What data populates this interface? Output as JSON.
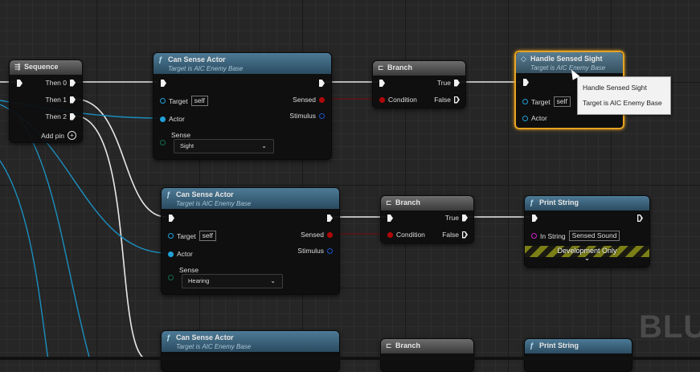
{
  "graph": {
    "watermark": "BLU",
    "colors": {
      "exec": "#f2f2f2",
      "object": "#1fa0d8",
      "bool": "#b00808",
      "string": "#d11fd0",
      "struct": "#1c54c8",
      "byte": "#146b4c",
      "selection": "#e8a321"
    }
  },
  "sequence": {
    "title": "Sequence",
    "icon": "sequence-icon",
    "outputs": [
      "Then 0",
      "Then 1",
      "Then 2"
    ],
    "add_pin": "Add pin"
  },
  "sense_nodes": [
    {
      "title": "Can Sense Actor",
      "subtitle": "Target is AIC Enemy Base",
      "target_label": "Target",
      "target_value": "self",
      "actor_label": "Actor",
      "sense_label": "Sense",
      "sense_value": "Sight",
      "sensed_label": "Sensed",
      "stimulus_label": "Stimulus"
    },
    {
      "title": "Can Sense Actor",
      "subtitle": "Target is AIC Enemy Base",
      "target_label": "Target",
      "target_value": "self",
      "actor_label": "Actor",
      "sense_label": "Sense",
      "sense_value": "Hearing",
      "sensed_label": "Sensed",
      "stimulus_label": "Stimulus"
    },
    {
      "title": "Can Sense Actor",
      "subtitle": "Target is AIC Enemy Base"
    }
  ],
  "branches": [
    {
      "title": "Branch",
      "true_label": "True",
      "false_label": "False",
      "condition_label": "Condition"
    },
    {
      "title": "Branch",
      "true_label": "True",
      "false_label": "False",
      "condition_label": "Condition"
    },
    {
      "title": "Branch"
    }
  ],
  "handle_node": {
    "title": "Handle Sensed Sight",
    "subtitle": "Target is AIC Enemy Base",
    "target_label": "Target",
    "target_value": "self",
    "actor_label": "Actor"
  },
  "tooltip": {
    "line1": "Handle Sensed Sight",
    "line2": "Target is AIC Enemy Base"
  },
  "print_nodes": [
    {
      "title": "Print String",
      "in_string_label": "In String",
      "in_string_value": "Sensed Sound",
      "dev_only": "Development Only",
      "expand": "⌄"
    },
    {
      "title": "Print String"
    }
  ]
}
